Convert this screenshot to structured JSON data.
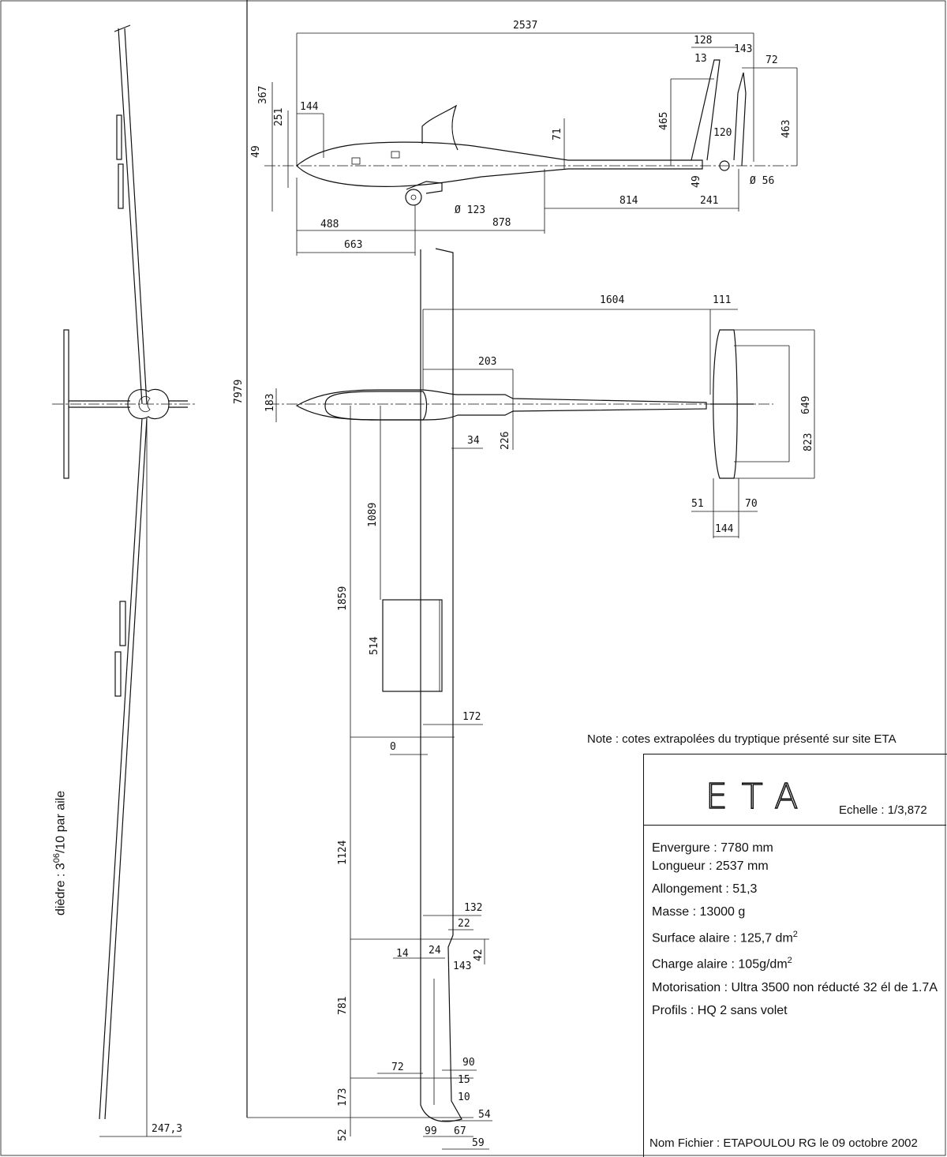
{
  "note": "Note : cotes extrapolées du tryptique présenté sur site ETA",
  "title_block": {
    "logo": "ETA",
    "scale": "Echelle : 1/3,872",
    "specs": {
      "envergure": "Envergure : 7780 mm",
      "longueur": "Longueur : 2537 mm",
      "allongement": "Allongement : 51,3",
      "masse": "Masse : 13000 g",
      "surface_prefix": "Surface alaire : 125,7 dm",
      "charge_prefix": "Charge alaire : 105g/dm",
      "exponent": "2",
      "motorisation": "Motorisation : Ultra 3500 non réducté 32 él de 1.7A",
      "profils": "Profils : HQ 2 sans volet"
    },
    "footer": "Nom Fichier : ETAPOULOU  RG le 09 octobre 2002"
  },
  "dihedral": {
    "prefix": "dièdre : 3",
    "sup": "06",
    "suffix": "/10 par aile"
  },
  "dimensions": {
    "side": [
      "2537",
      "128",
      "13",
      "143",
      "72",
      "367",
      "251",
      "144",
      "49",
      "465",
      "463",
      "71",
      "120",
      "49",
      "Ø 56",
      "241",
      "814",
      "Ø 123",
      "878",
      "488",
      "663"
    ],
    "top": [
      "1604",
      "111",
      "7979",
      "203",
      "183",
      "226",
      "34",
      "649",
      "823",
      "51",
      "70",
      "144",
      "1089",
      "1859",
      "514"
    ],
    "wing": [
      "172",
      "0",
      "1124",
      "132",
      "22",
      "14",
      "24",
      "143",
      "42",
      "781",
      "90",
      "15",
      "72",
      "10",
      "173",
      "54",
      "52",
      "99",
      "67",
      "59"
    ],
    "front": [
      "247,3"
    ]
  }
}
